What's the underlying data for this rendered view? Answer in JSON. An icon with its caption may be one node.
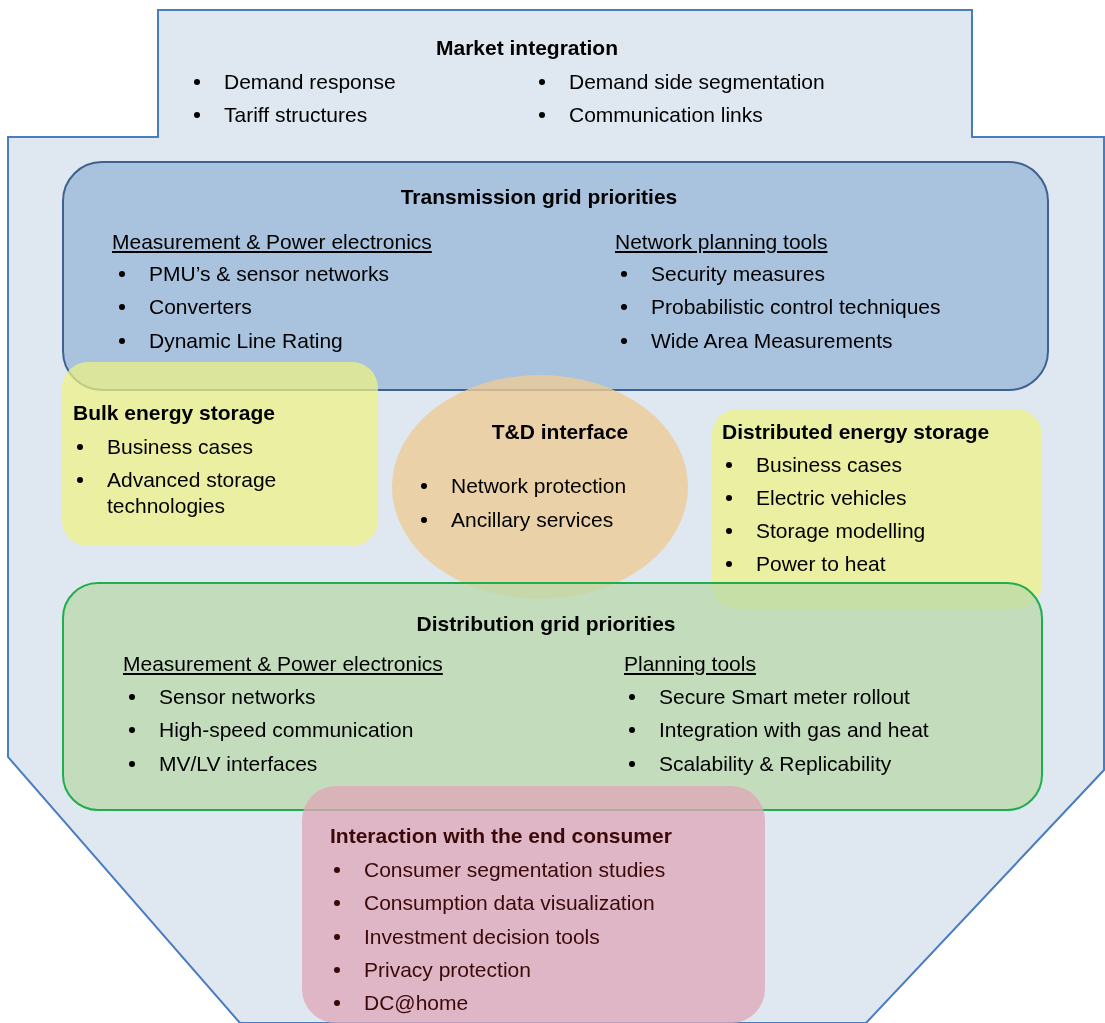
{
  "diagram": {
    "nodes": [
      {
        "text": [
          "Market integration",
          "Demand response",
          "Tariff structures",
          "Demand side segmentation",
          "Communication links"
        ]
      },
      {
        "text": [
          "Transmission grid priorities",
          "Measurement & Power electronics",
          "PMU’s & sensor networks",
          "Converters",
          "Dynamic Line Rating",
          "Network planning tools",
          "Security measures",
          "Probabilistic control techniques",
          "Wide Area Measurements"
        ],
        "in": 0
      },
      {
        "text": [
          "Bulk energy storage",
          "Business cases",
          "Advanced storage technologies"
        ],
        "in": 0
      },
      {
        "text": [
          "T&D interface",
          "Network protection",
          "Ancillary services"
        ],
        "in": 0
      },
      {
        "text": [
          "Distributed energy storage",
          "Business cases",
          "Electric vehicles",
          "Storage modelling",
          "Power to heat"
        ],
        "in": 0
      },
      {
        "text": [
          "Distribution grid priorities",
          "Measurement & Power electronics",
          "Sensor networks",
          "High-speed communication",
          "MV/LV interfaces",
          "Planning tools",
          "Secure Smart meter rollout",
          "Integration with gas and heat",
          "Scalability & Replicability"
        ],
        "in": 0
      },
      {
        "text": [
          "Interaction with the end consumer",
          "Consumer segmentation studies",
          "Consumption data visualization",
          "Investment decision tools",
          "Privacy protection",
          "DC@home"
        ],
        "in": 0
      }
    ]
  }
}
